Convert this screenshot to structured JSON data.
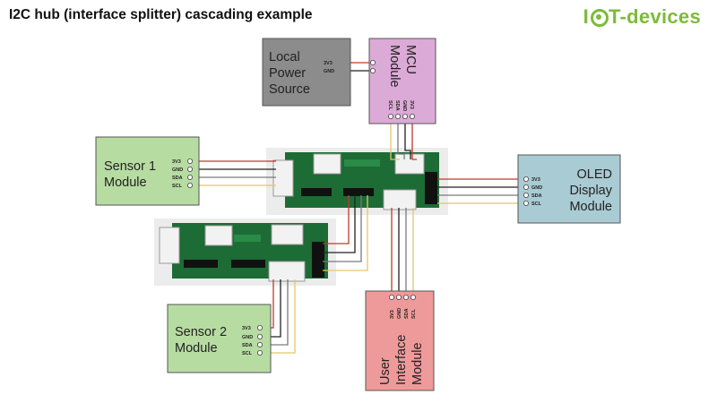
{
  "header": {
    "title": "I2C hub (interface splitter) cascading example",
    "logo_prefix": "I",
    "logo_suffix": "T-devices"
  },
  "pin_labels": {
    "v33": "3V3",
    "gnd": "GND",
    "sda": "SDA",
    "scl": "SCL"
  },
  "modules": {
    "power": {
      "lines": [
        "Local",
        "Power",
        "Source"
      ]
    },
    "mcu": {
      "lines": [
        "MCU",
        "Module"
      ]
    },
    "sensor1": {
      "lines": [
        "Sensor 1",
        "Module"
      ]
    },
    "sensor2": {
      "lines": [
        "Sensor 2",
        "Module"
      ]
    },
    "oled": {
      "lines": [
        "OLED",
        "Display",
        "Module"
      ]
    },
    "ui": {
      "lines": [
        "User",
        "Interface",
        "Module"
      ]
    }
  },
  "colors": {
    "logo": "#7dbb3a",
    "wire_3v3": "#c0392b",
    "wire_gnd": "#222222",
    "wire_sda": "#7a7a7a",
    "wire_scl": "#e3c66a",
    "power_box": "#8c8c8c",
    "mcu_box": "#dcaad6",
    "sensor_box": "#b7dca2",
    "oled_box": "#a9cbd3",
    "ui_box": "#ef9a9a",
    "pcb": "#1d6b35"
  }
}
